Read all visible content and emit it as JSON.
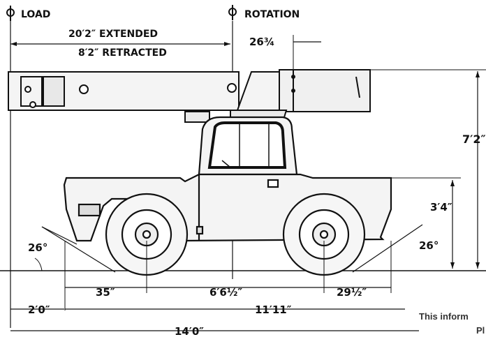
{
  "labels": {
    "cl_load": "LOAD",
    "cl_rotation": "ROTATION",
    "extended": "20′2″ EXTENDED",
    "retracted": "8′2″ RETRACTED",
    "boom_offset": "26¾",
    "overall_height": "7′2″",
    "body_height": "3′4″",
    "approach_angle": "26°",
    "departure_angle": "26°",
    "front_overhang": "35″",
    "wheelbase": "6′6½″",
    "rear_overhang": "29½″",
    "load_offset": "2′0″",
    "rotation_to_rear": "11′11″",
    "overall_length": "14′0″",
    "note_line1": "This inform",
    "note_line2": "Pl"
  },
  "colors": {
    "ink": "#111111",
    "paper": "#ffffff",
    "body_fill": "#f4f4f4"
  }
}
